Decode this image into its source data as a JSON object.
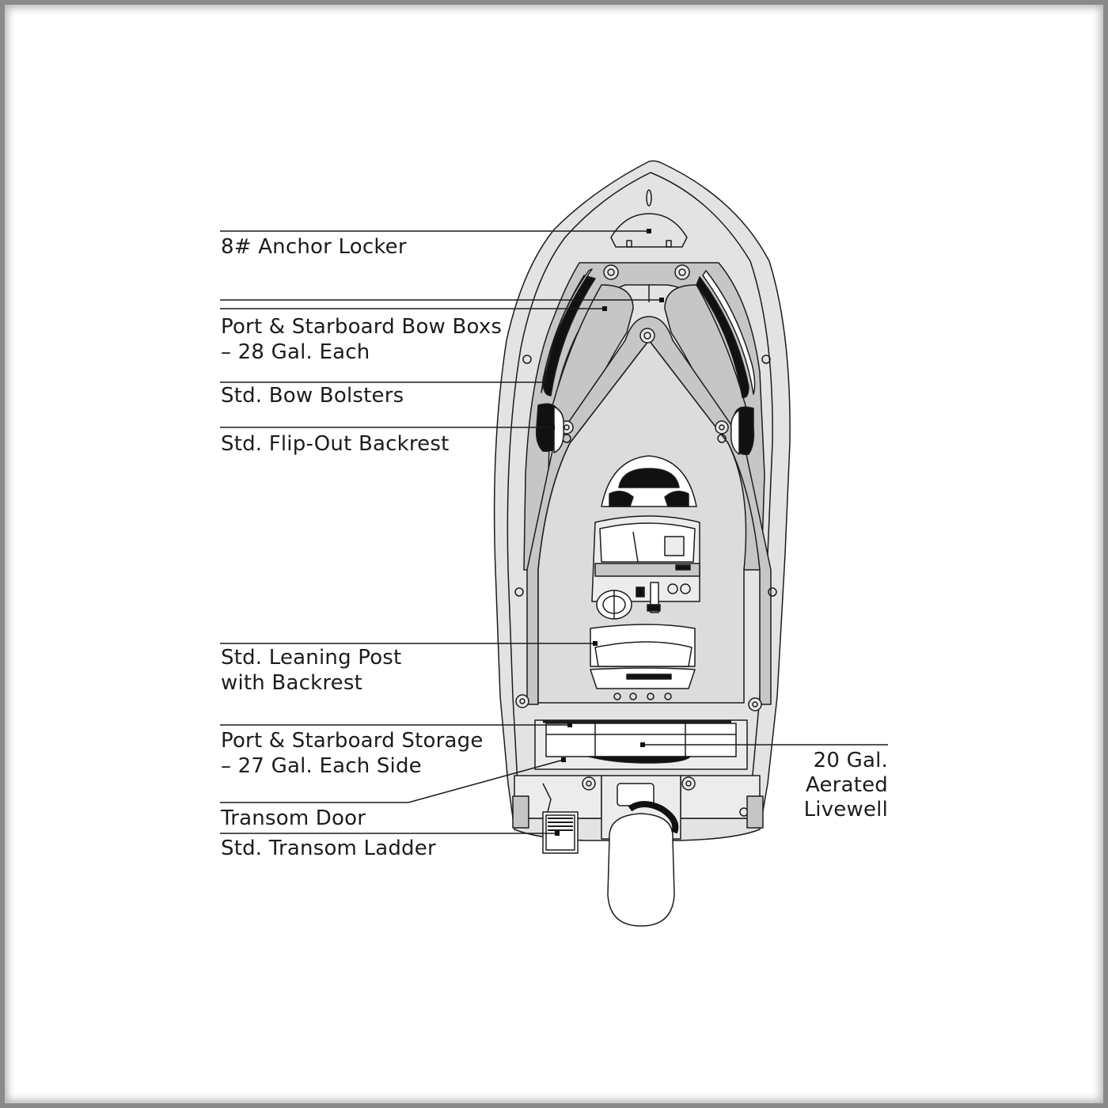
{
  "labels": {
    "anchor_locker": "8# Anchor Locker",
    "bow_boxes": [
      "Port & Starboard Bow Boxs",
      "– 28 Gal. Each"
    ],
    "bow_bolsters": "Std. Bow Bolsters",
    "flip_out_backrest": "Std. Flip-Out Backrest",
    "leaning_post": [
      "Std. Leaning Post",
      "with Backrest"
    ],
    "storage": [
      "Port & Starboard Storage",
      "– 27 Gal. Each Side"
    ],
    "transom_door": "Transom Door",
    "transom_ladder": "Std. Transom Ladder",
    "livewell": [
      "20 Gal.",
      "Aerated",
      "Livewell"
    ]
  },
  "colors": {
    "hull_fill": "#e3e3e3",
    "gunwale_fill": "#c6c6c6",
    "deck_fill": "#dcdcdc",
    "outline": "#1c1c1c",
    "text": "#1c1c1c",
    "frame": "#8a8a8a"
  }
}
